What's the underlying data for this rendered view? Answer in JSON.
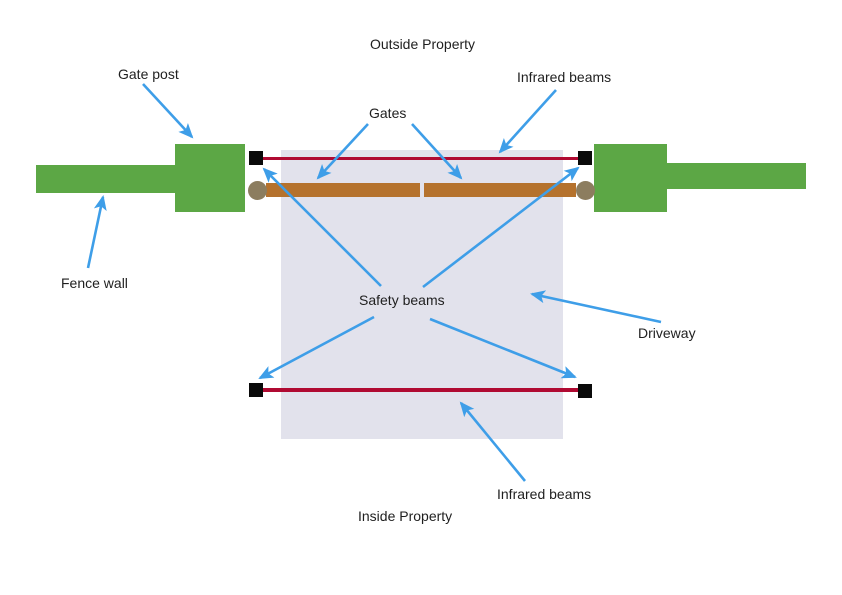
{
  "labels": {
    "outside_property": "Outside Property",
    "gate_post": "Gate post",
    "infrared_beams_top": "Infrared beams",
    "gates": "Gates",
    "fence_wall": "Fence wall",
    "safety_beams": "Safety beams",
    "driveway": "Driveway",
    "infrared_beams_bottom": "Infrared beams",
    "inside_property": "Inside Property"
  },
  "colors": {
    "background": "#FFFFFF",
    "text-color": "#1F1F1F",
    "wall-green": "#5CA745",
    "gate-brown": "#B5722D",
    "hinge-brown": "#8C7D5F",
    "beam-red": "#B00A32",
    "driveway-gray": "#E2E2EC",
    "sensor-black": "#0A0A0A",
    "arrow-blue": "#3E9EE8"
  }
}
